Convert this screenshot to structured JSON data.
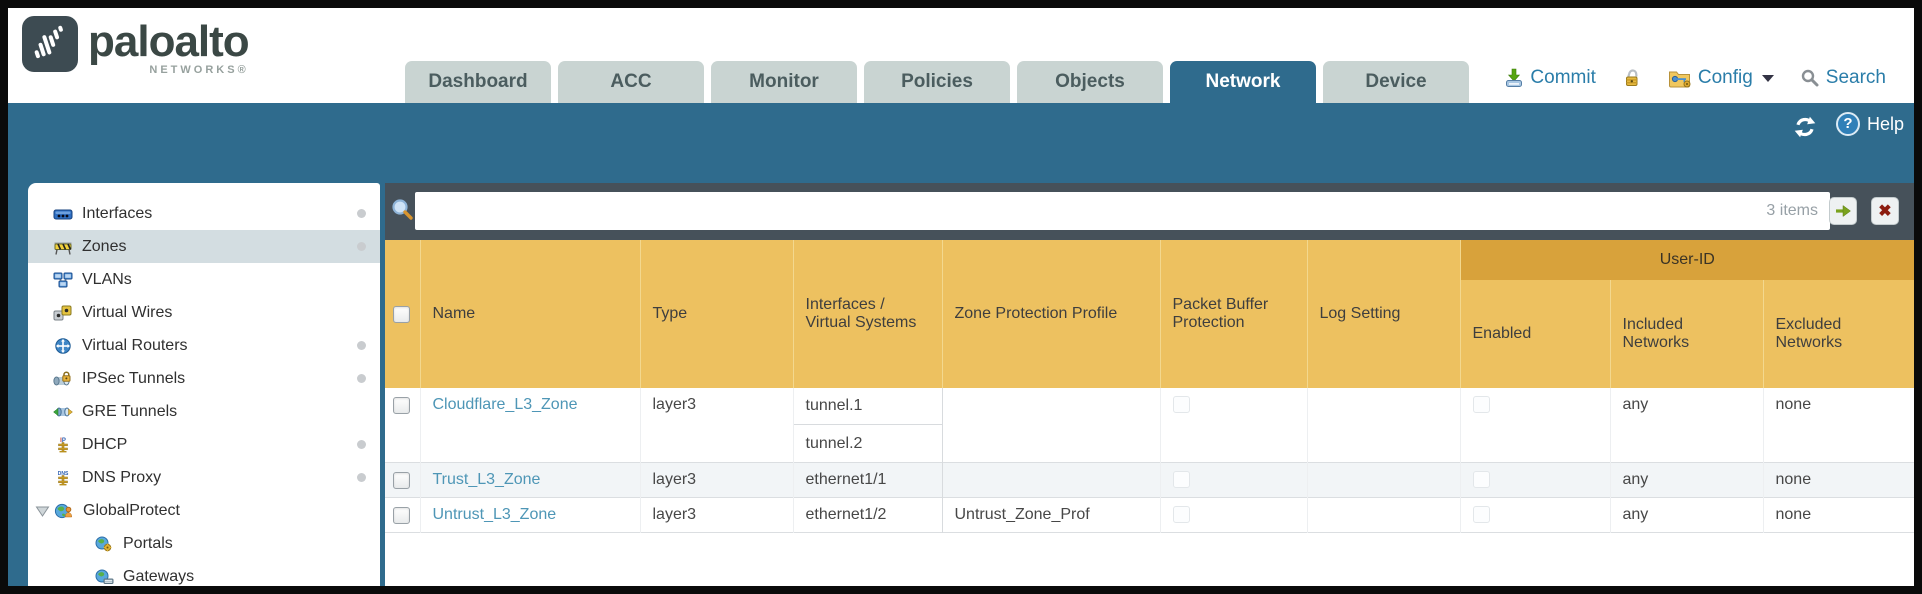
{
  "brand": {
    "name": "paloalto",
    "sub": "NETWORKS®"
  },
  "nav": {
    "tabs": [
      {
        "label": "Dashboard",
        "active": false
      },
      {
        "label": "ACC",
        "active": false
      },
      {
        "label": "Monitor",
        "active": false
      },
      {
        "label": "Policies",
        "active": false
      },
      {
        "label": "Objects",
        "active": false
      },
      {
        "label": "Network",
        "active": true
      },
      {
        "label": "Device",
        "active": false
      }
    ],
    "actions": {
      "commit": "Commit",
      "config": "Config",
      "search": "Search"
    }
  },
  "utility": {
    "help": "Help"
  },
  "sidebar": {
    "items": [
      {
        "label": "Interfaces"
      },
      {
        "label": "Zones"
      },
      {
        "label": "VLANs"
      },
      {
        "label": "Virtual Wires"
      },
      {
        "label": "Virtual Routers"
      },
      {
        "label": "IPSec Tunnels"
      },
      {
        "label": "GRE Tunnels"
      },
      {
        "label": "DHCP"
      },
      {
        "label": "DNS Proxy"
      },
      {
        "label": "GlobalProtect"
      },
      {
        "label": "Portals"
      },
      {
        "label": "Gateways"
      }
    ]
  },
  "filterbar": {
    "query": "",
    "count": "3 items"
  },
  "table": {
    "group_header": "User-ID",
    "columns": [
      "Name",
      "Type",
      "Interfaces / Virtual Systems",
      "Zone Protection Profile",
      "Packet Buffer Protection",
      "Log Setting",
      "Enabled",
      "Included Networks",
      "Excluded Networks"
    ],
    "rows": [
      {
        "name": "Cloudflare_L3_Zone",
        "type": "layer3",
        "interfaces": [
          "tunnel.1",
          "tunnel.2"
        ],
        "zone_protection_profile": "",
        "log_setting": "",
        "included_networks": "any",
        "excluded_networks": "none"
      },
      {
        "name": "Trust_L3_Zone",
        "type": "layer3",
        "interfaces": [
          "ethernet1/1"
        ],
        "zone_protection_profile": "",
        "log_setting": "",
        "included_networks": "any",
        "excluded_networks": "none"
      },
      {
        "name": "Untrust_L3_Zone",
        "type": "layer3",
        "interfaces": [
          "ethernet1/2"
        ],
        "zone_protection_profile": "Untrust_Zone_Prof",
        "log_setting": "",
        "included_networks": "any",
        "excluded_networks": "none"
      }
    ]
  },
  "colors": {
    "teal": "#2F6B8D",
    "slate": "#46515A",
    "amber_header": "#EDC160",
    "amber_group": "#D8A23B",
    "link": "#4E96B6",
    "tab_inactive": "#C9D4D2"
  }
}
